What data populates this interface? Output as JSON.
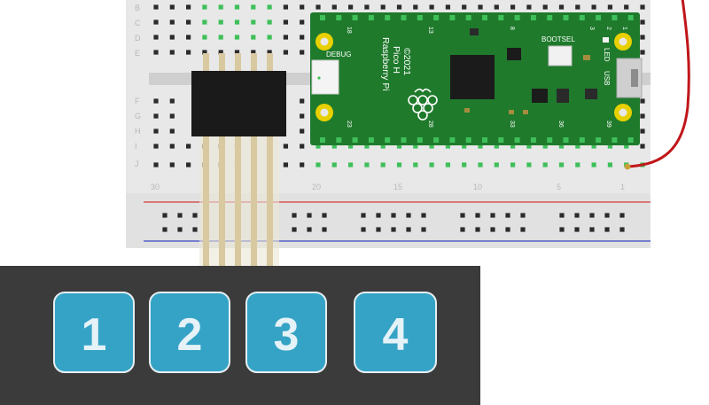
{
  "breadboard": {
    "row_letters_top": [
      "B",
      "C",
      "D",
      "E"
    ],
    "row_letters_bottom": [
      "F",
      "G",
      "H",
      "I",
      "J"
    ],
    "column_numbers": [
      "30",
      "20",
      "15",
      "10",
      "5",
      "1"
    ]
  },
  "pico": {
    "brand": "Raspberry Pi",
    "model": "Pico H",
    "year": "©2021",
    "debug_label": "DEBUG",
    "bootsel_label": "BOOTSEL",
    "led_label": "LED",
    "usb_label": "USB",
    "pin_numbers": [
      "18",
      "13",
      "8",
      "3",
      "2",
      "1",
      "23",
      "28",
      "33",
      "36",
      "39"
    ],
    "board_color": "#1f7a2c"
  },
  "keypad": {
    "keys": [
      "1",
      "2",
      "3",
      "4"
    ],
    "key_color": "#35a3c6",
    "panel_color": "#3b3b3b"
  },
  "wire_color": "#c0161a"
}
